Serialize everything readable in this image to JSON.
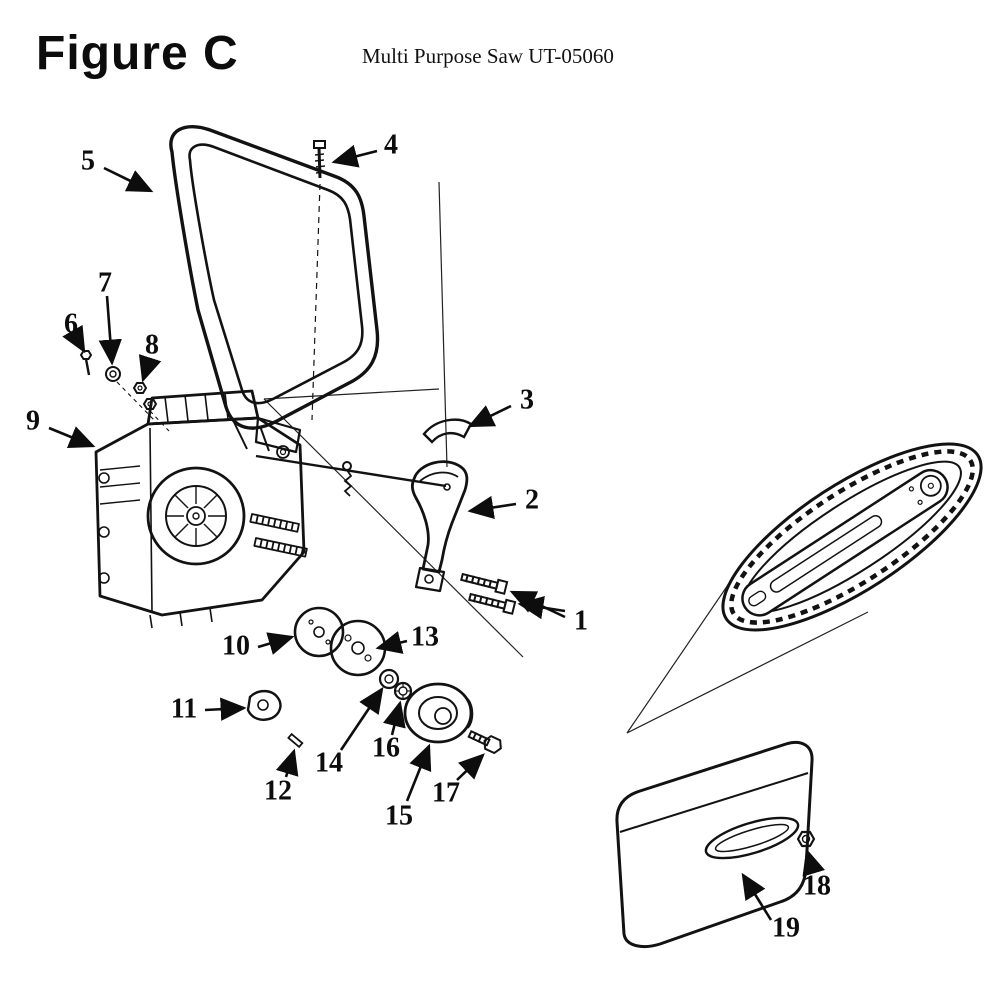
{
  "figure": {
    "title": "Figure C",
    "subtitle": "Multi Purpose Saw UT-05060"
  },
  "diagram": {
    "type": "exploded-parts-diagram",
    "colors": {
      "line": "#121212",
      "background": "#ffffff"
    }
  },
  "callouts": [
    {
      "number": "1"
    },
    {
      "number": "2"
    },
    {
      "number": "3"
    },
    {
      "number": "4"
    },
    {
      "number": "5"
    },
    {
      "number": "6"
    },
    {
      "number": "7"
    },
    {
      "number": "8"
    },
    {
      "number": "9"
    },
    {
      "number": "10"
    },
    {
      "number": "11"
    },
    {
      "number": "12"
    },
    {
      "number": "13"
    },
    {
      "number": "14"
    },
    {
      "number": "15"
    },
    {
      "number": "16"
    },
    {
      "number": "17"
    },
    {
      "number": "18"
    },
    {
      "number": "19"
    }
  ]
}
